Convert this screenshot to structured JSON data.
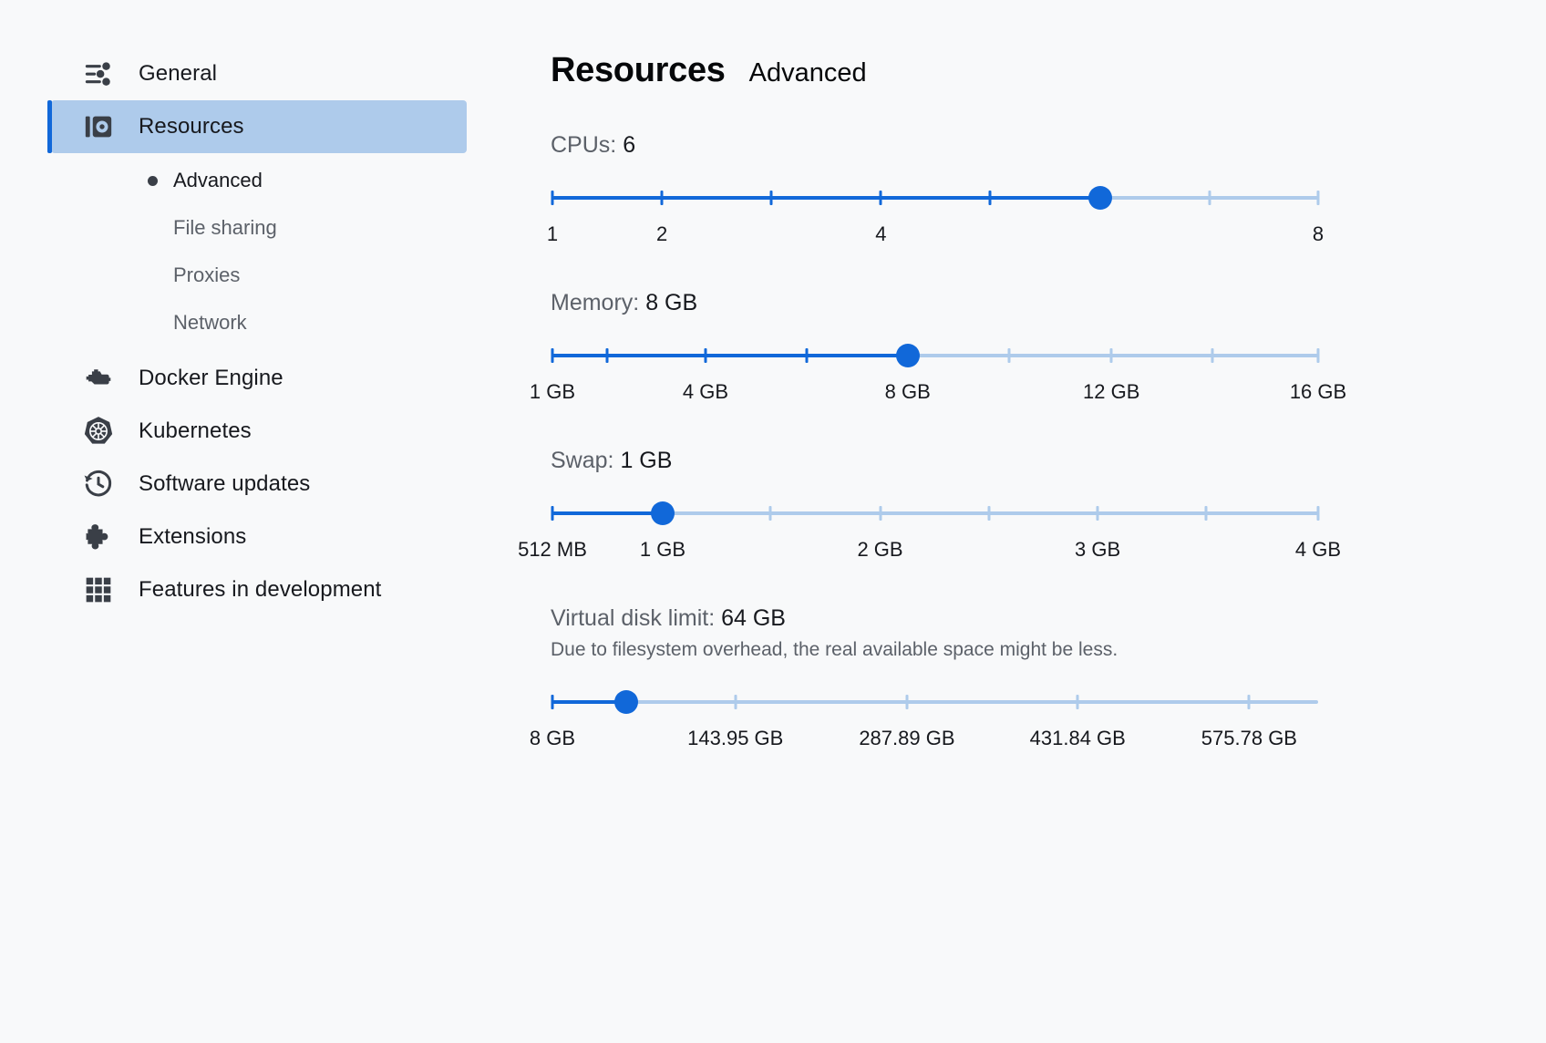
{
  "sidebar": {
    "items": [
      {
        "label": "General",
        "icon": "sliders-icon",
        "active": false
      },
      {
        "label": "Resources",
        "icon": "resources-icon",
        "active": true
      },
      {
        "label": "Docker Engine",
        "icon": "engine-icon",
        "active": false
      },
      {
        "label": "Kubernetes",
        "icon": "kubernetes-icon",
        "active": false
      },
      {
        "label": "Software updates",
        "icon": "history-clock-icon",
        "active": false
      },
      {
        "label": "Extensions",
        "icon": "puzzle-piece-icon",
        "active": false
      },
      {
        "label": "Features in development",
        "icon": "grid-icon",
        "active": false
      }
    ],
    "sub_items": [
      {
        "label": "Advanced",
        "selected": true
      },
      {
        "label": "File sharing",
        "selected": false
      },
      {
        "label": "Proxies",
        "selected": false
      },
      {
        "label": "Network",
        "selected": false
      }
    ]
  },
  "header": {
    "title": "Resources",
    "subtitle": "Advanced"
  },
  "colors": {
    "accent": "#1168d9",
    "track": "#aecbeb",
    "active_row": "#aecbeb",
    "background": "#f8f9fa"
  },
  "sliders": [
    {
      "name": "cpus",
      "label_prefix": "CPUs: ",
      "value_text": "6",
      "fill_percent": 71.5,
      "thumb_percent": 71.5,
      "ticks_percent": [
        0,
        14.3,
        28.6,
        42.9,
        57.2,
        71.5,
        85.8,
        100
      ],
      "tick_labels": [
        {
          "text": "1",
          "percent": 0
        },
        {
          "text": "2",
          "percent": 14.3
        },
        {
          "text": "4",
          "percent": 42.9
        },
        {
          "text": "8",
          "percent": 100
        }
      ]
    },
    {
      "name": "memory",
      "label_prefix": "Memory: ",
      "value_text": "8 GB",
      "fill_percent": 46.4,
      "thumb_percent": 46.4,
      "ticks_percent": [
        0,
        7.2,
        20.0,
        33.2,
        46.4,
        59.6,
        73.0,
        86.2,
        100
      ],
      "tick_labels": [
        {
          "text": "1 GB",
          "percent": 0
        },
        {
          "text": "4 GB",
          "percent": 20.0
        },
        {
          "text": "8 GB",
          "percent": 46.4
        },
        {
          "text": "12 GB",
          "percent": 73.0
        },
        {
          "text": "16 GB",
          "percent": 100
        }
      ]
    },
    {
      "name": "swap",
      "label_prefix": "Swap: ",
      "value_text": "1 GB",
      "fill_percent": 14.4,
      "thumb_percent": 14.4,
      "ticks_percent": [
        0,
        14.4,
        28.5,
        42.8,
        57.0,
        71.2,
        85.4,
        100
      ],
      "tick_labels": [
        {
          "text": "512 MB",
          "percent": 0
        },
        {
          "text": "1 GB",
          "percent": 14.4
        },
        {
          "text": "2 GB",
          "percent": 42.8
        },
        {
          "text": "3 GB",
          "percent": 71.2
        },
        {
          "text": "4 GB",
          "percent": 100
        }
      ]
    },
    {
      "name": "virtual-disk-limit",
      "label_prefix": "Virtual disk limit: ",
      "value_text": "64 GB",
      "note": "Due to filesystem overhead, the real available space might be less.",
      "fill_percent": 9.6,
      "thumb_percent": 9.6,
      "ticks_percent": [
        0,
        23.9,
        46.3,
        68.6,
        91.0,
        115.0
      ],
      "tick_labels": [
        {
          "text": "8 GB",
          "percent": 0
        },
        {
          "text": "143.95 GB",
          "percent": 23.9
        },
        {
          "text": "287.89 GB",
          "percent": 46.3
        },
        {
          "text": "431.84 GB",
          "percent": 68.6
        },
        {
          "text": "575.78 GB",
          "percent": 91.0
        }
      ]
    }
  ]
}
